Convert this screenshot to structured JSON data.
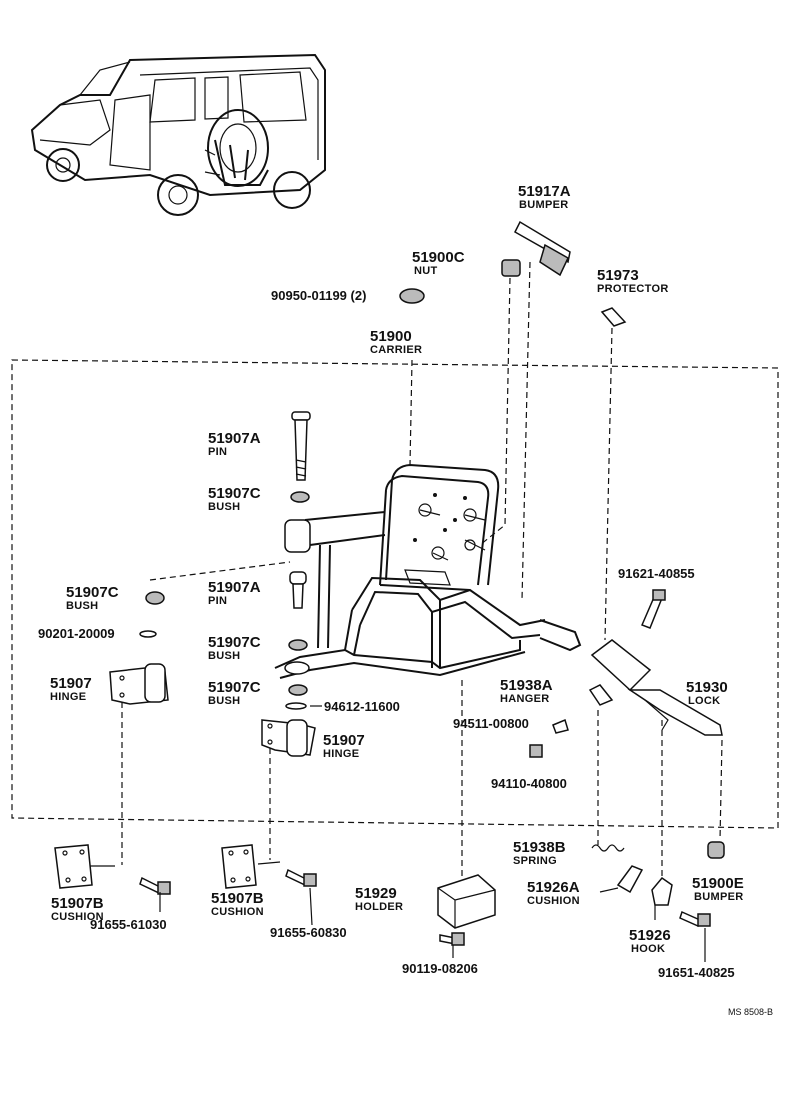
{
  "diagram_ref": "MS 8508-B",
  "parts": [
    {
      "id": "p1",
      "number": "51917A",
      "name": "BUMPER"
    },
    {
      "id": "p2",
      "number": "51900C",
      "name": "NUT"
    },
    {
      "id": "p3",
      "number": "51973",
      "name": "PROTECTOR"
    },
    {
      "id": "p4",
      "number": "90950-01199 (2)",
      "name": ""
    },
    {
      "id": "p5",
      "number": "51900",
      "name": "CARRIER"
    },
    {
      "id": "p6",
      "number": "51907A",
      "name": "PIN"
    },
    {
      "id": "p7",
      "number": "51907C",
      "name": "BUSH"
    },
    {
      "id": "p8",
      "number": "51907C",
      "name": "BUSH"
    },
    {
      "id": "p9",
      "number": "51907A",
      "name": "PIN"
    },
    {
      "id": "p10",
      "number": "90201-20009",
      "name": ""
    },
    {
      "id": "p11",
      "number": "51907C",
      "name": "BUSH"
    },
    {
      "id": "p12",
      "number": "51907",
      "name": "HINGE"
    },
    {
      "id": "p13",
      "number": "51907C",
      "name": "BUSH"
    },
    {
      "id": "p14",
      "number": "94612-11600",
      "name": ""
    },
    {
      "id": "p15",
      "number": "51907",
      "name": "HINGE"
    },
    {
      "id": "p16",
      "number": "91621-40855",
      "name": ""
    },
    {
      "id": "p17",
      "number": "51938A",
      "name": "HANGER"
    },
    {
      "id": "p18",
      "number": "51930",
      "name": "LOCK"
    },
    {
      "id": "p19",
      "number": "94511-00800",
      "name": ""
    },
    {
      "id": "p20",
      "number": "94110-40800",
      "name": ""
    },
    {
      "id": "p21",
      "number": "51938B",
      "name": "SPRING"
    },
    {
      "id": "p22",
      "number": "51900E",
      "name": "BUMPER"
    },
    {
      "id": "p23",
      "number": "51907B",
      "name": "CUSHION"
    },
    {
      "id": "p24",
      "number": "91655-61030",
      "name": ""
    },
    {
      "id": "p25",
      "number": "51907B",
      "name": "CUSHION"
    },
    {
      "id": "p26",
      "number": "91655-60830",
      "name": ""
    },
    {
      "id": "p27",
      "number": "51929",
      "name": "HOLDER"
    },
    {
      "id": "p28",
      "number": "90119-08206",
      "name": ""
    },
    {
      "id": "p29",
      "number": "51926A",
      "name": "CUSHION"
    },
    {
      "id": "p30",
      "number": "51926",
      "name": "HOOK"
    },
    {
      "id": "p31",
      "number": "91651-40825",
      "name": ""
    }
  ]
}
